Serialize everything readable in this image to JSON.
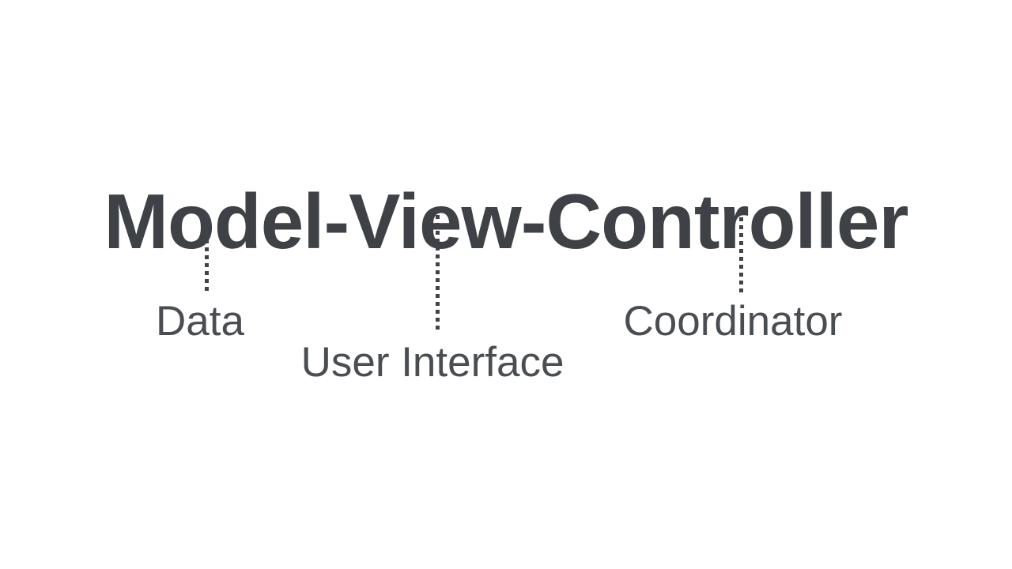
{
  "slide": {
    "title": "Model-View-Controller",
    "colors": {
      "background": "#ffffff",
      "title_text": "#3e4247",
      "label_text": "#4a4e53",
      "connector_dots": "#3f4449"
    },
    "annotations": [
      {
        "term": "Model",
        "label": "Data"
      },
      {
        "term": "View",
        "label": "User Interface"
      },
      {
        "term": "Controller",
        "label": "Coordinator"
      }
    ]
  }
}
